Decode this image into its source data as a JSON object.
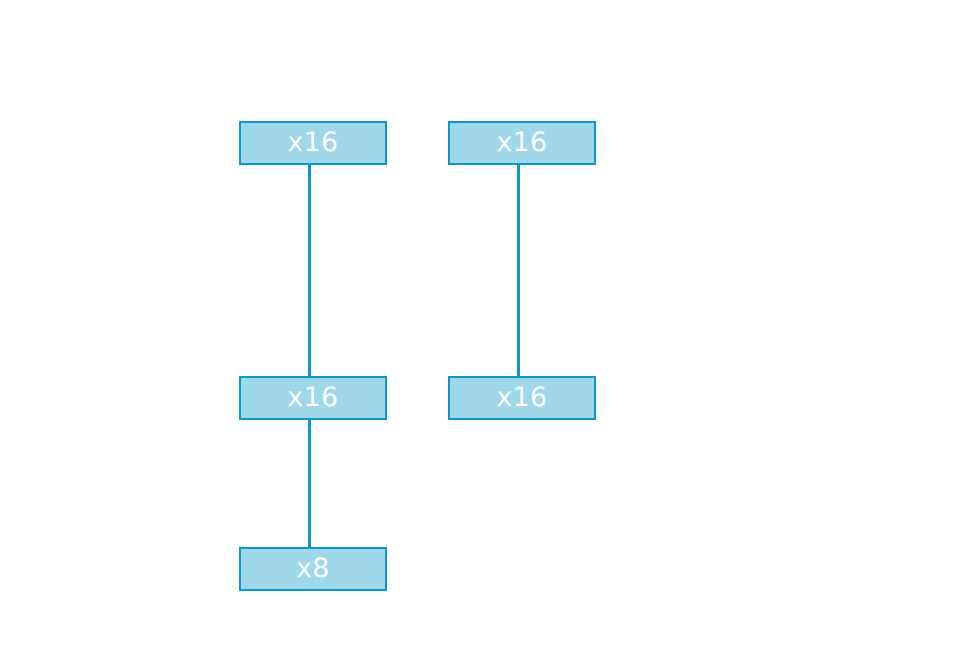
{
  "colors": {
    "node_fill": "#a0d8eb",
    "node_border": "#0d98c8",
    "connector": "#0d98c8",
    "node_text": "#ffffff",
    "background": "#ffffff"
  },
  "nodes": {
    "left_top": "x16",
    "left_middle": "x16",
    "left_bottom": "x8",
    "right_top": "x16",
    "right_middle": "x16"
  },
  "edges": [
    [
      "left_top",
      "left_middle"
    ],
    [
      "left_middle",
      "left_bottom"
    ],
    [
      "right_top",
      "right_middle"
    ]
  ]
}
